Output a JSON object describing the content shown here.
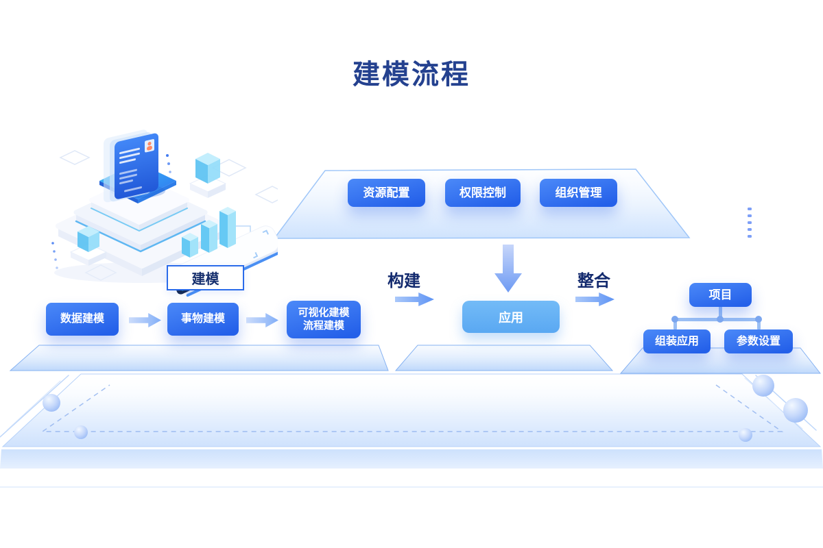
{
  "title": "建模流程",
  "colors": {
    "title_navy": "#24418f",
    "node_blue": "#2f6cf0",
    "app_light_blue": "#66b3f5",
    "platform_blue": "#c9defc",
    "accent_cyan": "#4fb3f2",
    "dark_label": "#132a6e"
  },
  "illustration": {
    "tag_label": "建模"
  },
  "top_platform": {
    "items": [
      {
        "label": "资源配置"
      },
      {
        "label": "权限控制"
      },
      {
        "label": "组织管理"
      }
    ]
  },
  "flow": {
    "steps": [
      {
        "label": "数据建模"
      },
      {
        "label": "事物建模"
      },
      {
        "line1": "可视化建模",
        "line2": "流程建模"
      }
    ]
  },
  "build": {
    "label": "构建"
  },
  "integrate": {
    "label": "整合"
  },
  "app": {
    "label": "应用"
  },
  "tree": {
    "root": {
      "label": "项目"
    },
    "children": [
      {
        "label": "组装应用"
      },
      {
        "label": "参数设置"
      }
    ]
  }
}
